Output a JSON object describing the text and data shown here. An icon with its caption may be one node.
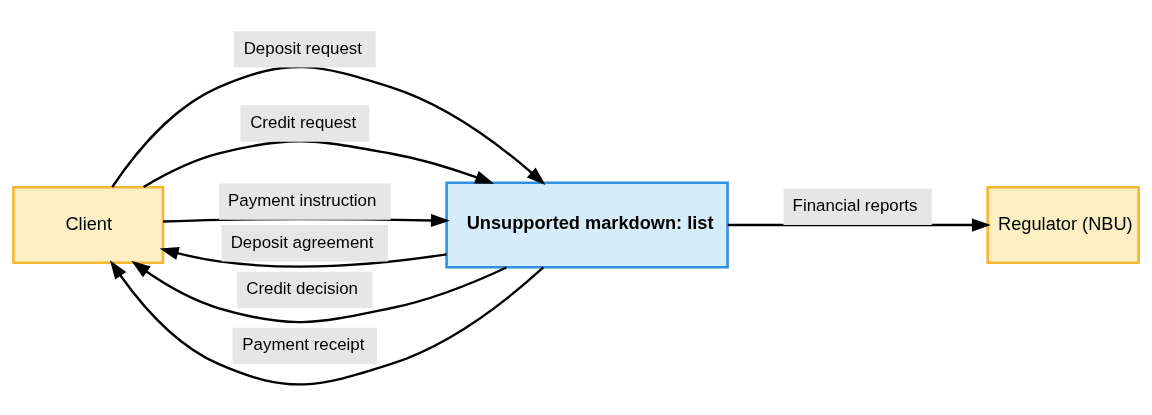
{
  "diagram": {
    "nodes": [
      {
        "text": [
          "Client"
        ]
      },
      {
        "text": [
          "Unsupported markdown: list"
        ]
      },
      {
        "text": [
          "Regulator (NBU)"
        ]
      }
    ],
    "edges": [
      {
        "from": 0,
        "to": 1,
        "arrow": "to",
        "label": "Deposit request"
      },
      {
        "from": 0,
        "to": 1,
        "arrow": "to",
        "label": "Credit request"
      },
      {
        "from": 0,
        "to": 1,
        "arrow": "to",
        "label": "Payment instruction"
      },
      {
        "from": 1,
        "to": 0,
        "arrow": "to",
        "label": "Deposit agreement"
      },
      {
        "from": 1,
        "to": 0,
        "arrow": "to",
        "label": "Credit decision"
      },
      {
        "from": 1,
        "to": 0,
        "arrow": "to",
        "label": "Payment receipt"
      },
      {
        "from": 1,
        "to": 2,
        "arrow": "to",
        "label": "Financial reports"
      }
    ]
  }
}
